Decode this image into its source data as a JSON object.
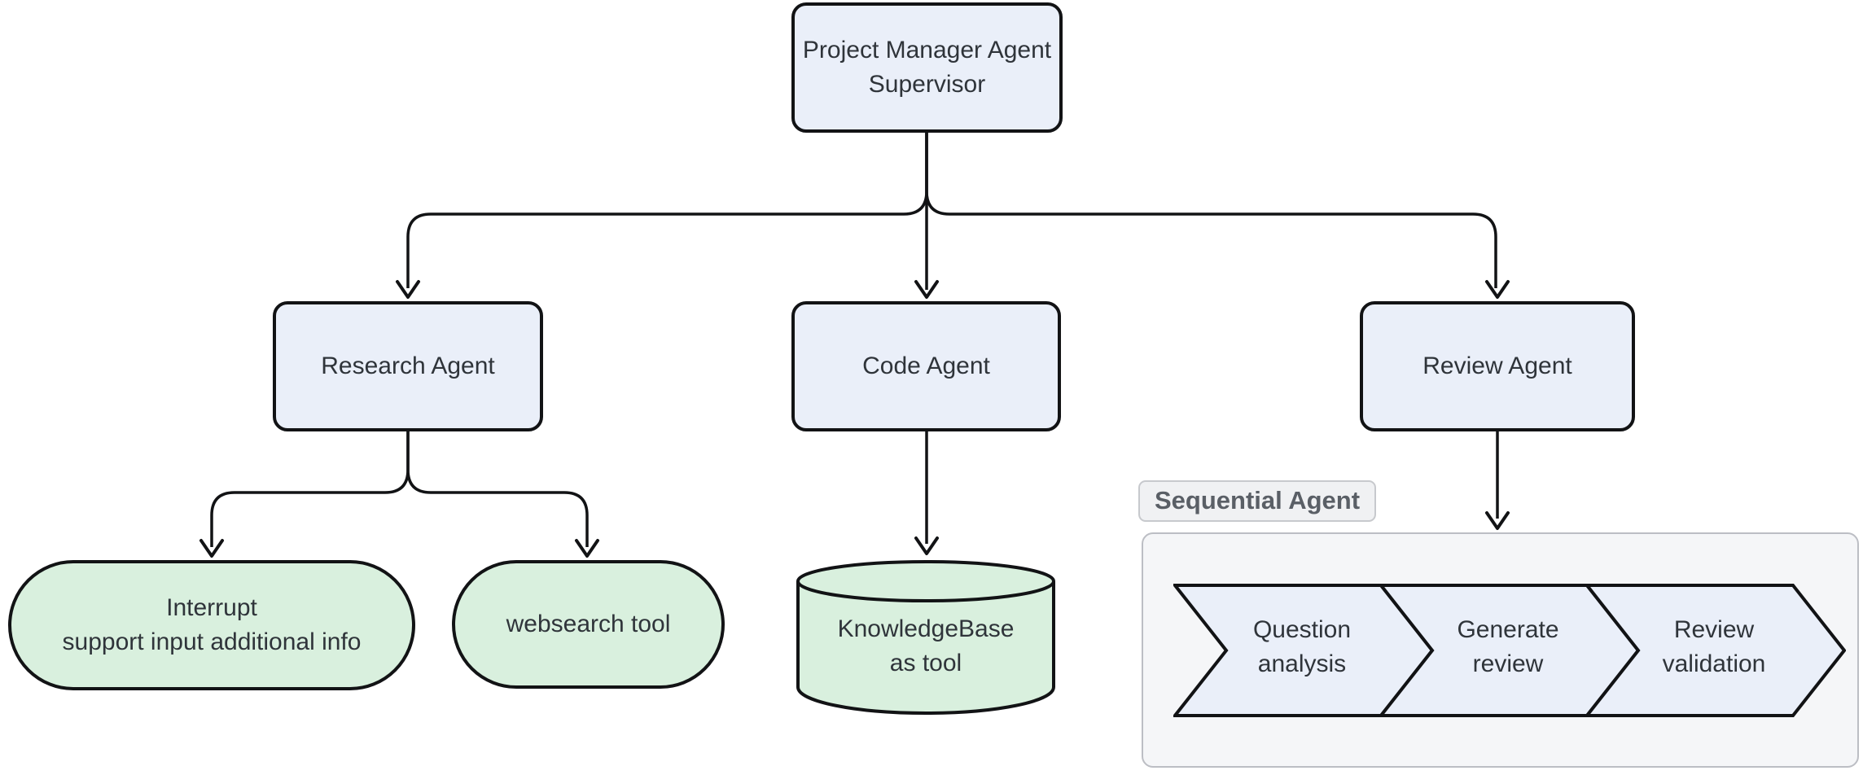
{
  "diagram": {
    "nodes": {
      "supervisor": {
        "label": "Project Manager Agent\nSupervisor",
        "shape": "rounded-rect",
        "fill": "blue"
      },
      "research": {
        "label": "Research Agent",
        "shape": "rounded-rect",
        "fill": "blue"
      },
      "code": {
        "label": "Code Agent",
        "shape": "rounded-rect",
        "fill": "blue"
      },
      "review": {
        "label": "Review Agent",
        "shape": "rounded-rect",
        "fill": "blue"
      },
      "interrupt": {
        "label": "Interrupt\nsupport input additional info",
        "shape": "stadium",
        "fill": "green"
      },
      "websearch": {
        "label": "websearch tool",
        "shape": "stadium",
        "fill": "green"
      },
      "knowledgebase": {
        "label": "KnowledgeBase\nas tool",
        "shape": "cylinder",
        "fill": "green"
      }
    },
    "subgraph": {
      "label": "Sequential Agent",
      "steps": [
        {
          "label": "Question\nanalysis"
        },
        {
          "label": "Generate\nreview"
        },
        {
          "label": "Review\nvalidation"
        }
      ]
    },
    "edges": [
      {
        "from": "supervisor",
        "to": "research"
      },
      {
        "from": "supervisor",
        "to": "code"
      },
      {
        "from": "supervisor",
        "to": "review"
      },
      {
        "from": "research",
        "to": "interrupt"
      },
      {
        "from": "research",
        "to": "websearch"
      },
      {
        "from": "code",
        "to": "knowledgebase"
      },
      {
        "from": "review",
        "to": "sequential-agent"
      }
    ]
  },
  "colors": {
    "node_blue": "#EAEFF9",
    "node_green": "#D9F0DE",
    "stroke_dark": "#121315",
    "text_dark": "#2F343A",
    "container_bg": "#F5F6F8",
    "container_border": "#BCBEC4",
    "label_bg": "#F0F1F3",
    "label_border": "#C7C9CD",
    "label_text": "#5A5F66",
    "page_bg": "#FFFFFF"
  }
}
